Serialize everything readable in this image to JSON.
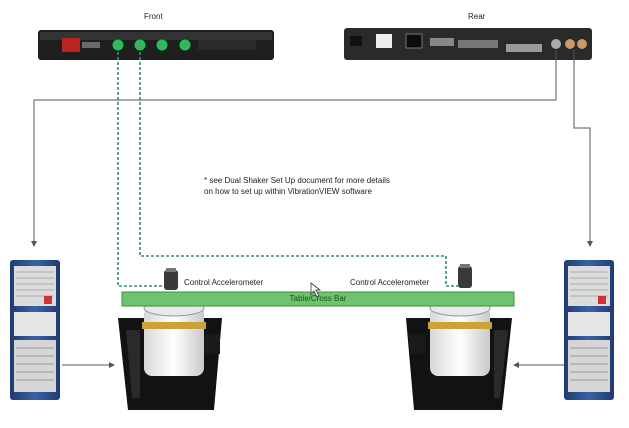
{
  "labels": {
    "front": "Front",
    "rear": "Rear",
    "note_line1": "* see Dual Shaker Set Up document for more details",
    "note_line2": "on how to set up within VibrationVIEW software",
    "accel_left": "Control Accelerometer",
    "accel_right": "Control Accelerometer",
    "table": "Table/Cross Bar"
  },
  "colors": {
    "background": "#ffffff",
    "device_body": "#1f1f1f",
    "connector_green": "#3fae6a",
    "signal_line": "#2f8f7f",
    "drive_line": "#555555",
    "table": "#6ec46e",
    "amp_blue": "#2d4f8a",
    "shaker_black": "#121212"
  },
  "icons": {
    "front_unit": "controller-front-panel",
    "rear_unit": "controller-rear-panel",
    "amplifier_left": "power-amplifier-cabinet",
    "amplifier_right": "power-amplifier-cabinet",
    "shaker_left": "electrodynamic-shaker",
    "shaker_right": "electrodynamic-shaker",
    "accel_left": "accelerometer-sensor",
    "accel_right": "accelerometer-sensor"
  }
}
